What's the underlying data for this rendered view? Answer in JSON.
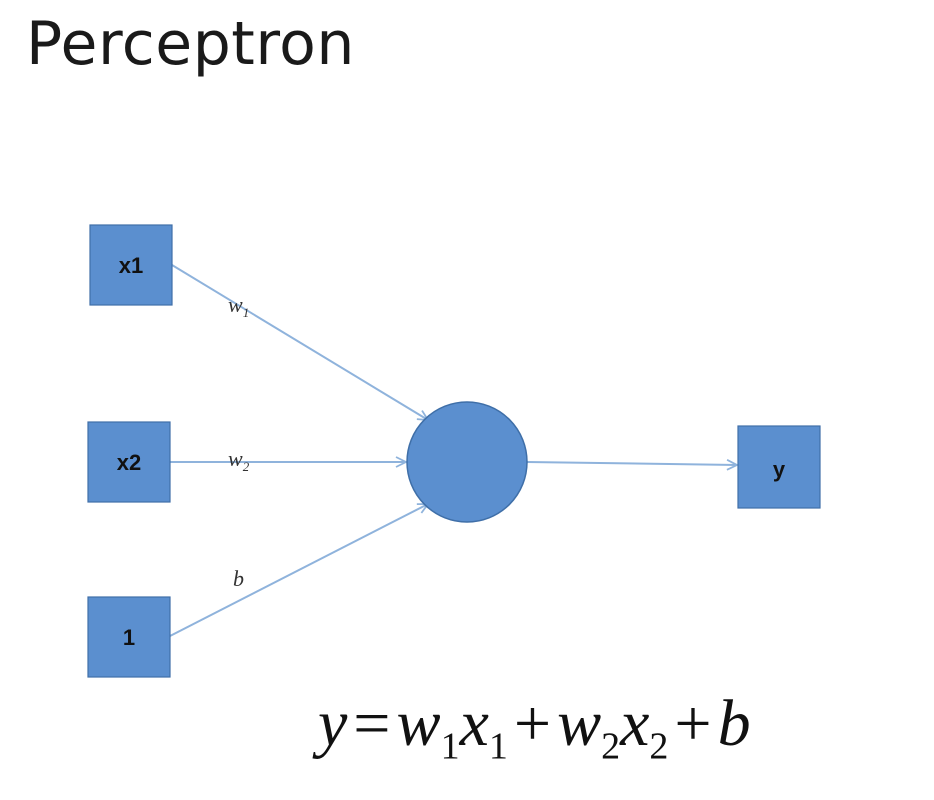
{
  "slide": {
    "title": "Perceptron"
  },
  "nodes": {
    "input1": {
      "label": "x1"
    },
    "input2": {
      "label": "x2"
    },
    "bias_input": {
      "label": "1"
    },
    "output": {
      "label": "y"
    }
  },
  "edges": {
    "w1": {
      "symbol": "w",
      "subscript": "1"
    },
    "w2": {
      "symbol": "w",
      "subscript": "2"
    },
    "bias": {
      "symbol": "b"
    }
  },
  "equation": {
    "lhs": "y",
    "equals": "=",
    "term1_var": "w",
    "term1_sub": "1",
    "term1_x": "x",
    "term1_xsub": "1",
    "plus1": "+",
    "term2_var": "w",
    "term2_sub": "2",
    "term2_x": "x",
    "term2_xsub": "2",
    "plus2": "+",
    "bias": "b"
  },
  "colors": {
    "node_fill": "#5b8fcf",
    "edge": "#8fb3dc",
    "text": "#111111"
  }
}
